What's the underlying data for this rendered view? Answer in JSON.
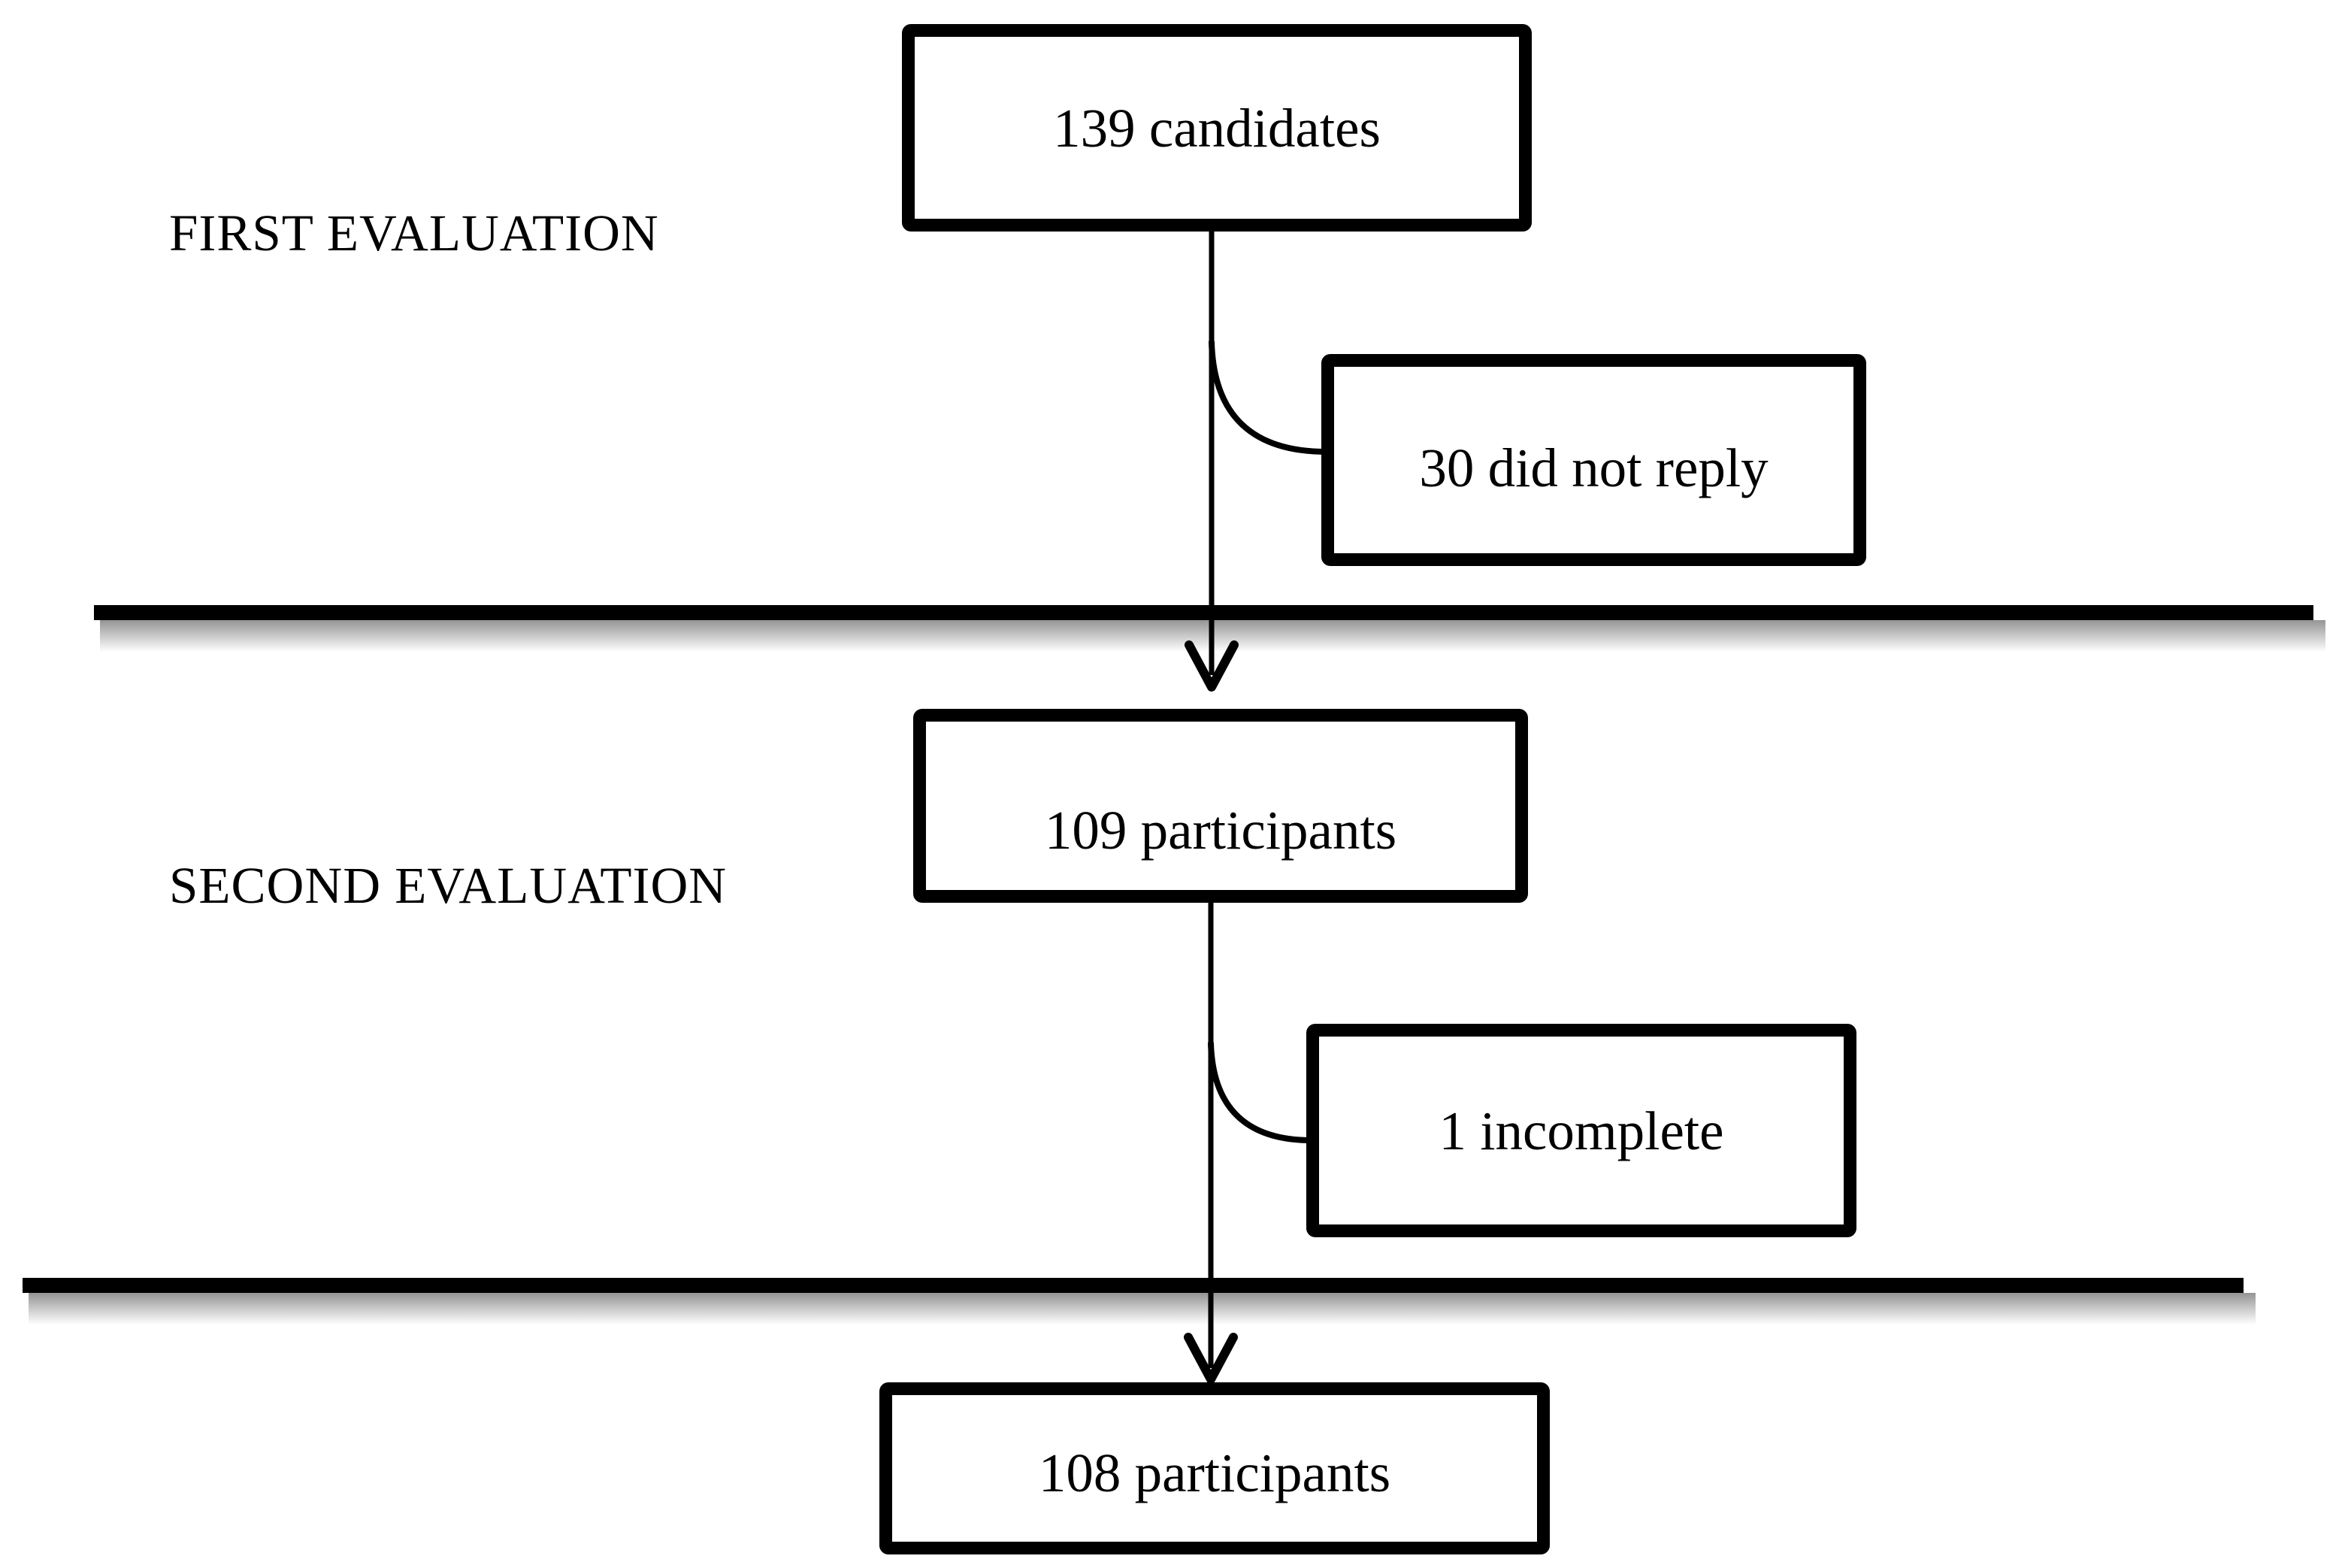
{
  "figure": {
    "background_color": "#ffffff",
    "ink_color": "#000000",
    "stage_labels": [
      {
        "text": "FIRST EVALUATION"
      },
      {
        "text": "SECOND EVALUATION"
      }
    ],
    "nodes": [
      {
        "id": "candidates",
        "text": "139 candidates"
      },
      {
        "id": "did-not-reply",
        "text": "30 did not reply"
      },
      {
        "id": "participants-after-first",
        "text": "109 participants"
      },
      {
        "id": "incomplete",
        "text": "1 incomplete"
      },
      {
        "id": "participants-after-second",
        "text": "108 participants"
      }
    ]
  }
}
